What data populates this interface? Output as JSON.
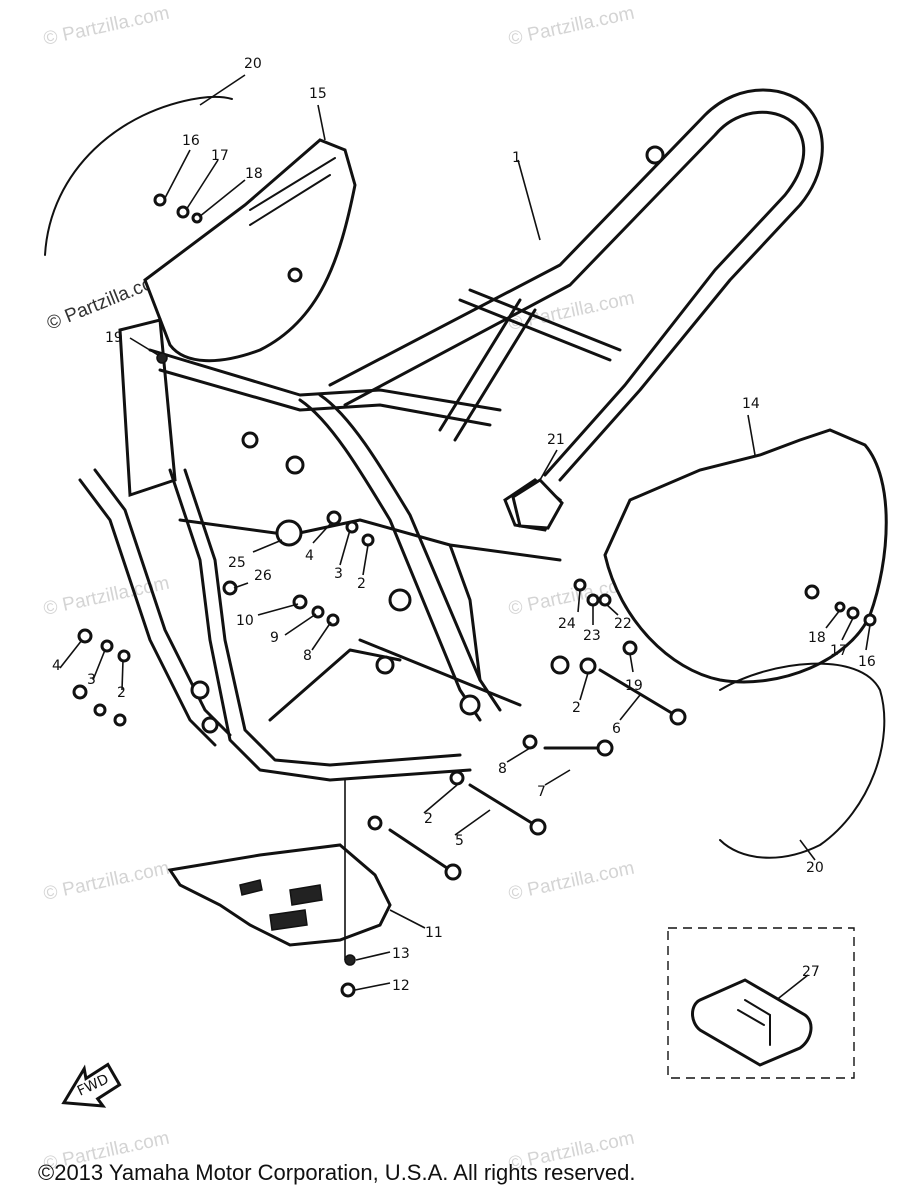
{
  "copyright": "©2013 Yamaha Motor Corporation, U.S.A. All rights reserved.",
  "watermark": "© Partzilla.com",
  "watermark_side": "© Partzilla.com",
  "fwd_label": "FWD",
  "callouts": {
    "c1": "1",
    "c2a": "2",
    "c2b": "2",
    "c2c": "2",
    "c2d": "2",
    "c3a": "3",
    "c3b": "3",
    "c4a": "4",
    "c4b": "4",
    "c5": "5",
    "c6": "6",
    "c7": "7",
    "c8a": "8",
    "c8b": "8",
    "c9": "9",
    "c10": "10",
    "c11": "11",
    "c12": "12",
    "c13": "13",
    "c14": "14",
    "c15": "15",
    "c16a": "16",
    "c16b": "16",
    "c17a": "17",
    "c17b": "17",
    "c18a": "18",
    "c18b": "18",
    "c19a": "19",
    "c19b": "19",
    "c20a": "20",
    "c20b": "20",
    "c21": "21",
    "c22": "22",
    "c23": "23",
    "c24": "24",
    "c25": "25",
    "c26": "26",
    "c27": "27"
  }
}
